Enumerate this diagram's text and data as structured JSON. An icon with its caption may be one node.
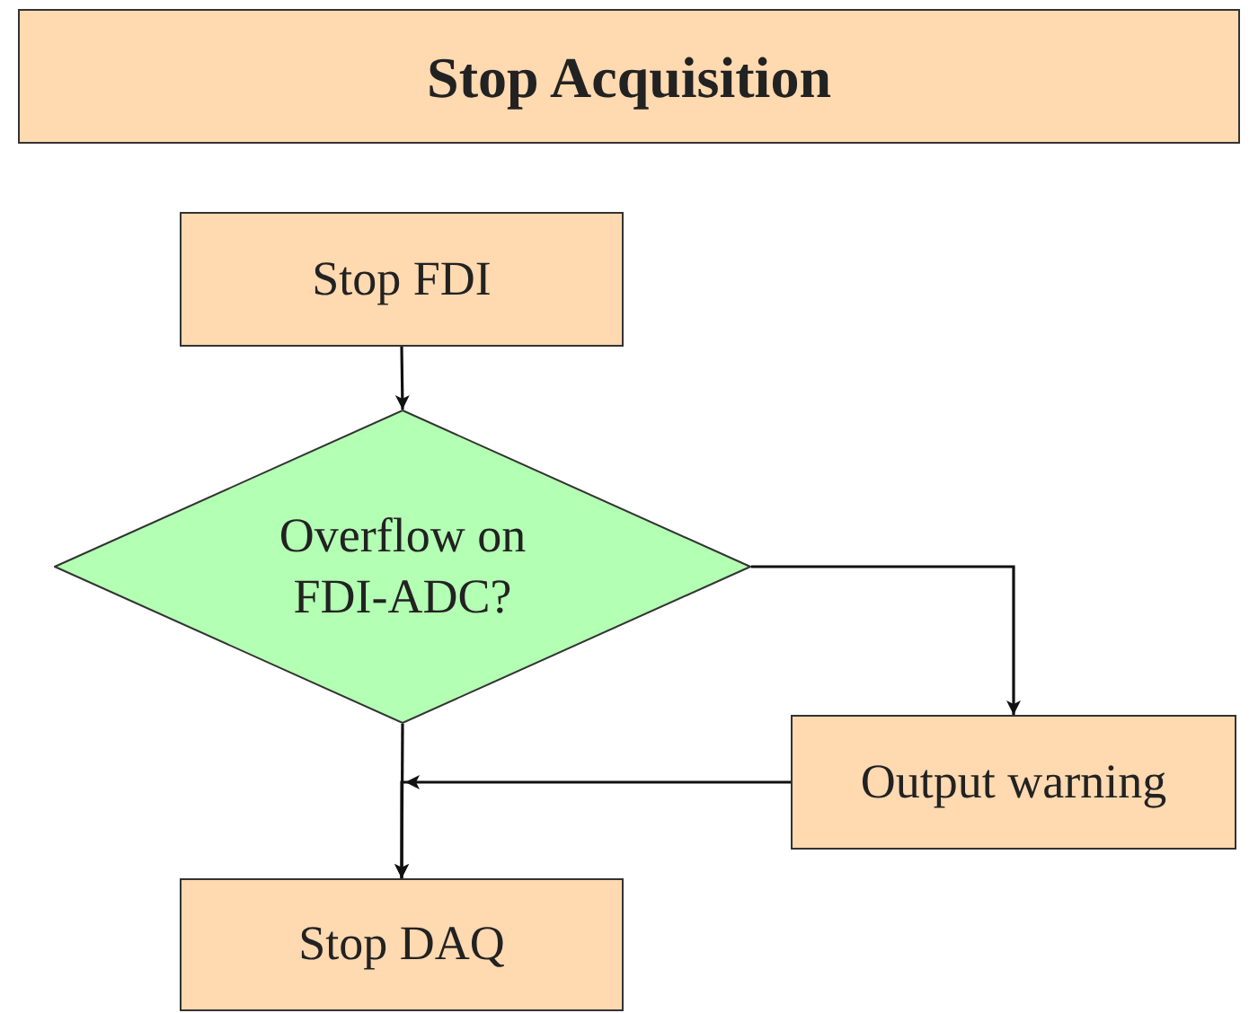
{
  "diagram": {
    "nodes": [
      {
        "text": [
          "Stop Acquisition"
        ]
      },
      {
        "text": [
          "Stop FDI"
        ]
      },
      {
        "text": [
          "Overflow on FDI-ADC?"
        ]
      },
      {
        "text": [
          "Output warning"
        ]
      },
      {
        "text": [
          "Stop DAQ"
        ]
      }
    ],
    "edges": [
      {
        "from": 1,
        "to": 2,
        "arrow": "to"
      },
      {
        "from": 2,
        "to": 3,
        "arrow": "to"
      },
      {
        "from": 3,
        "to": 4,
        "arrow": "to"
      },
      {
        "from": 2,
        "to": 4,
        "arrow": "to"
      }
    ]
  }
}
